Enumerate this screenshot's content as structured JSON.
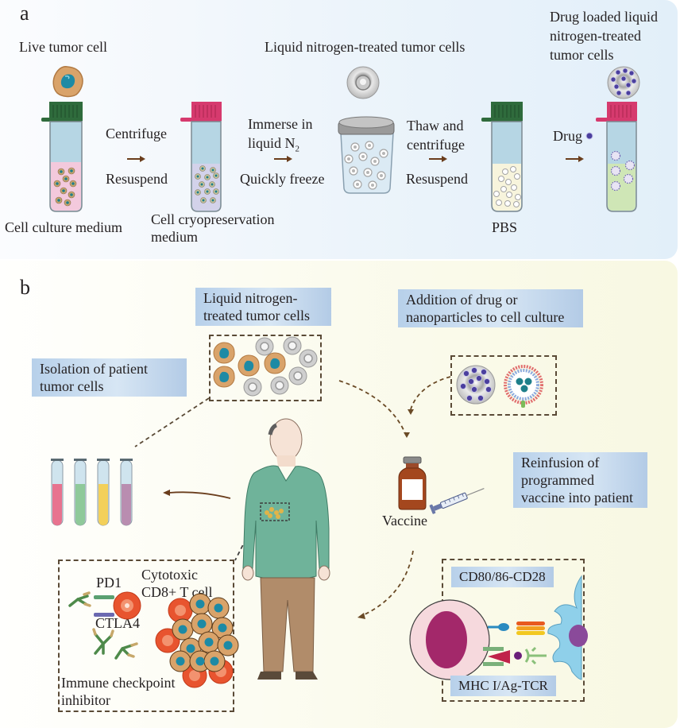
{
  "panel_a": {
    "letter": "a",
    "live_tumor_cell": "Live tumor cell",
    "cell_culture_medium": "Cell culture medium",
    "step1_top": "Centrifuge",
    "step1_bottom": "Resuspend",
    "cryo_medium_line1": "Cell cryopreservation",
    "cryo_medium_line2": "medium",
    "step2_top_line1": "Immerse in",
    "step2_top_line2": "liquid N",
    "step2_subscript": "2",
    "step2_bottom": "Quickly freeze",
    "ln_treated_title": "Liquid nitrogen-treated tumor cells",
    "step3_top_line1": "Thaw and",
    "step3_top_line2": "centrifuge",
    "step3_bottom": "Resuspend",
    "pbs": "PBS",
    "drug_label": "Drug",
    "drug_loaded_line1": "Drug loaded liquid",
    "drug_loaded_line2": "nitrogen-treated",
    "drug_loaded_line3": "tumor cells",
    "colors": {
      "green_cap": "#2f6b3c",
      "pink_cap": "#d63a6e",
      "pink_medium": "#f3c9dc",
      "lavender_medium": "#d3d2ea",
      "pbs_medium": "#f7f4dc",
      "green_medium": "#cfe6b6",
      "tube_top": "#b6d6e4",
      "arrow": "#6a3d1c"
    }
  },
  "panel_b": {
    "letter": "b",
    "ln_cells_line1": "Liquid nitrogen-",
    "ln_cells_line2": "treated tumor cells",
    "addition_line1": "Addition of drug or",
    "addition_line2": "nanoparticles to cell culture",
    "isolation_line1": "Isolation of patient",
    "isolation_line2": "tumor cells",
    "reinfusion_line1": "Reinfusion of",
    "reinfusion_line2": "programmed",
    "reinfusion_line3": "vaccine into patient",
    "vaccine": "Vaccine",
    "pd1": "PD1",
    "ctla4": "CTLA4",
    "cytotoxic_line1": "Cytotoxic",
    "cytotoxic_line2": "CD8+ T cell",
    "checkpoint_line1": "Immune checkpoint",
    "checkpoint_line2": "inhibitor",
    "cd80": "CD80/86-CD28",
    "mhc": "MHC I/Ag-TCR",
    "tube_colors": [
      "#e8738f",
      "#8fc99a",
      "#f3d05a",
      "#b98db0"
    ],
    "colors": {
      "label_box": "#b7d0ea",
      "sweater": "#6fb39a",
      "pants": "#b18c6a",
      "t_cell": "#e8542f",
      "tumor_cell": "#d9a36a",
      "nucleus": "#1d8aa5"
    }
  }
}
